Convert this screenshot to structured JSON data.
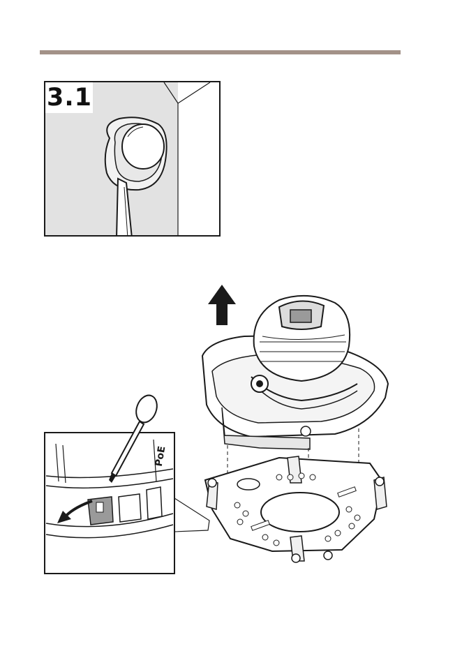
{
  "step": {
    "label": "3.1"
  },
  "illustration": {
    "poe_label": "PoE",
    "arrow_direction": "up",
    "colors": {
      "rule": "#a39288",
      "background_wall": "#e0e0e0",
      "line": "#1a1a1a",
      "highlight_tab": "#9a9a9a"
    }
  }
}
